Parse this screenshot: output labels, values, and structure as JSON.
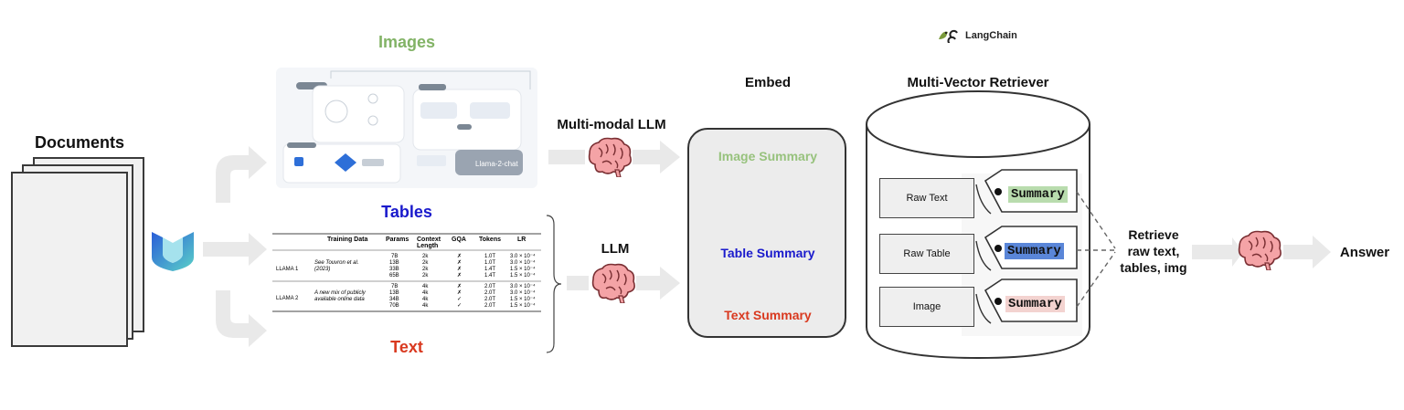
{
  "logo": {
    "text": "LangChain"
  },
  "documents": {
    "title": "Documents"
  },
  "sections": {
    "images": {
      "title": "Images",
      "color": "#82b366"
    },
    "tables": {
      "title": "Tables",
      "color": "#1a1acc"
    },
    "text": {
      "title": "Text",
      "color": "#d9391f"
    }
  },
  "models": {
    "multimodal": "Multi-modal LLM",
    "llm": "LLM"
  },
  "embed": {
    "title": "Embed",
    "image_summary": "Image Summary",
    "table_summary": "Table Summary",
    "text_summary": "Text Summary"
  },
  "retriever": {
    "title": "Multi-Vector Retriever",
    "rows": [
      {
        "label": "Raw Text",
        "tag": "Summary",
        "tag_color": "#b9dcae"
      },
      {
        "label": "Raw Table",
        "tag": "Summary",
        "tag_color": "#5a86d8"
      },
      {
        "label": "Image",
        "tag": "Summary",
        "tag_color": "#f3d3d0"
      }
    ]
  },
  "retrieve": {
    "line1": "Retrieve",
    "line2": "raw text,",
    "line3": "tables, img"
  },
  "answer": "Answer",
  "flow_thumbnail": {
    "tag": "Llama-2-chat"
  },
  "table_thumbnail": {
    "headers": [
      "Training Data",
      "Params",
      "Context Length",
      "GQA",
      "Tokens",
      "LR"
    ],
    "groups": [
      {
        "model": "Llama 1",
        "data": "See Touvron et al. (2023)",
        "rows": [
          [
            "7B",
            "2k",
            "✗",
            "1.0T",
            "3.0 × 10⁻⁴"
          ],
          [
            "13B",
            "2k",
            "✗",
            "1.0T",
            "3.0 × 10⁻⁴"
          ],
          [
            "33B",
            "2k",
            "✗",
            "1.4T",
            "1.5 × 10⁻⁴"
          ],
          [
            "65B",
            "2k",
            "✗",
            "1.4T",
            "1.5 × 10⁻⁴"
          ]
        ]
      },
      {
        "model": "Llama 2",
        "data": "A new mix of publicly available online data",
        "rows": [
          [
            "7B",
            "4k",
            "✗",
            "2.0T",
            "3.0 × 10⁻⁴"
          ],
          [
            "13B",
            "4k",
            "✗",
            "2.0T",
            "3.0 × 10⁻⁴"
          ],
          [
            "34B",
            "4k",
            "✓",
            "2.0T",
            "1.5 × 10⁻⁴"
          ],
          [
            "70B",
            "4k",
            "✓",
            "2.0T",
            "1.5 × 10⁻⁴"
          ]
        ]
      }
    ]
  }
}
